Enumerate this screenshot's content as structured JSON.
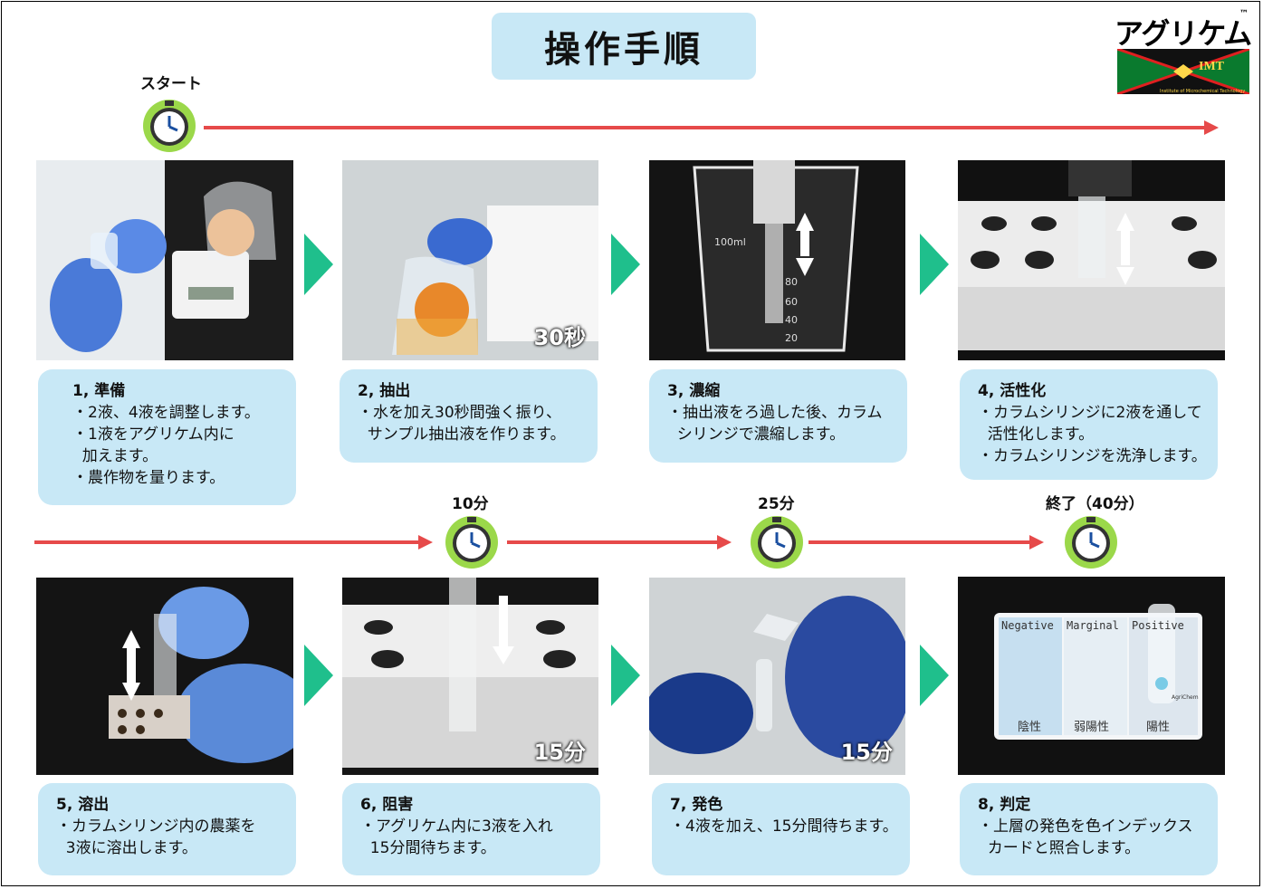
{
  "title": "操作手順",
  "logo": {
    "name": "アグリケム",
    "tm": "™",
    "brand": "IMT",
    "subtitle": "Institute of Microchemical Technology"
  },
  "timeline": {
    "start_label": "スタート",
    "marks": [
      "10分",
      "25分",
      "終了（40分）"
    ]
  },
  "colors": {
    "card": "#c8e8f6",
    "arrow_red": "#e64a4a",
    "step_arrow": "#1fbf8c",
    "timer_ring": "#9bd84a"
  },
  "steps": [
    {
      "title": "1, 準備",
      "lines": [
        "・2液、4液を調整します。",
        "・1液をアグリケム内に",
        "  加えます。",
        "・農作物を量ります。"
      ],
      "photo_badge": ""
    },
    {
      "title": "2, 抽出",
      "lines": [
        "・水を加え30秒間強く振り、",
        "  サンプル抽出液を作ります。"
      ],
      "photo_badge": "30秒"
    },
    {
      "title": "3, 濃縮",
      "lines": [
        "・抽出液をろ過した後、カラム",
        "  シリンジで濃縮します。"
      ],
      "photo_badge": ""
    },
    {
      "title": "4, 活性化",
      "lines": [
        "・カラムシリンジに2液を通して",
        "  活性化します。",
        "・カラムシリンジを洗浄します。"
      ],
      "photo_badge": ""
    },
    {
      "title": "5, 溶出",
      "lines": [
        "・カラムシリンジ内の農薬を",
        "  3液に溶出します。"
      ],
      "photo_badge": ""
    },
    {
      "title": "6, 阻害",
      "lines": [
        "・アグリケム内に3液を入れ",
        "  15分間待ちます。"
      ],
      "photo_badge": "15分"
    },
    {
      "title": "7, 発色",
      "lines": [
        "・4液を加え、15分間待ちます。"
      ],
      "photo_badge": "15分"
    },
    {
      "title": "8, 判定",
      "lines": [
        "・上層の発色を色インデックス",
        "  カードと照合します。"
      ],
      "photo_badge": ""
    }
  ],
  "photo_labels": {
    "beaker_ml": "100ml",
    "beaker_scale": [
      "80",
      "60",
      "40",
      "20"
    ],
    "card_top": [
      "Negative",
      "Marginal",
      "Positive"
    ],
    "card_bottom": [
      "陰性",
      "弱陽性",
      "陽性"
    ],
    "card_brand": "AgriChem"
  }
}
